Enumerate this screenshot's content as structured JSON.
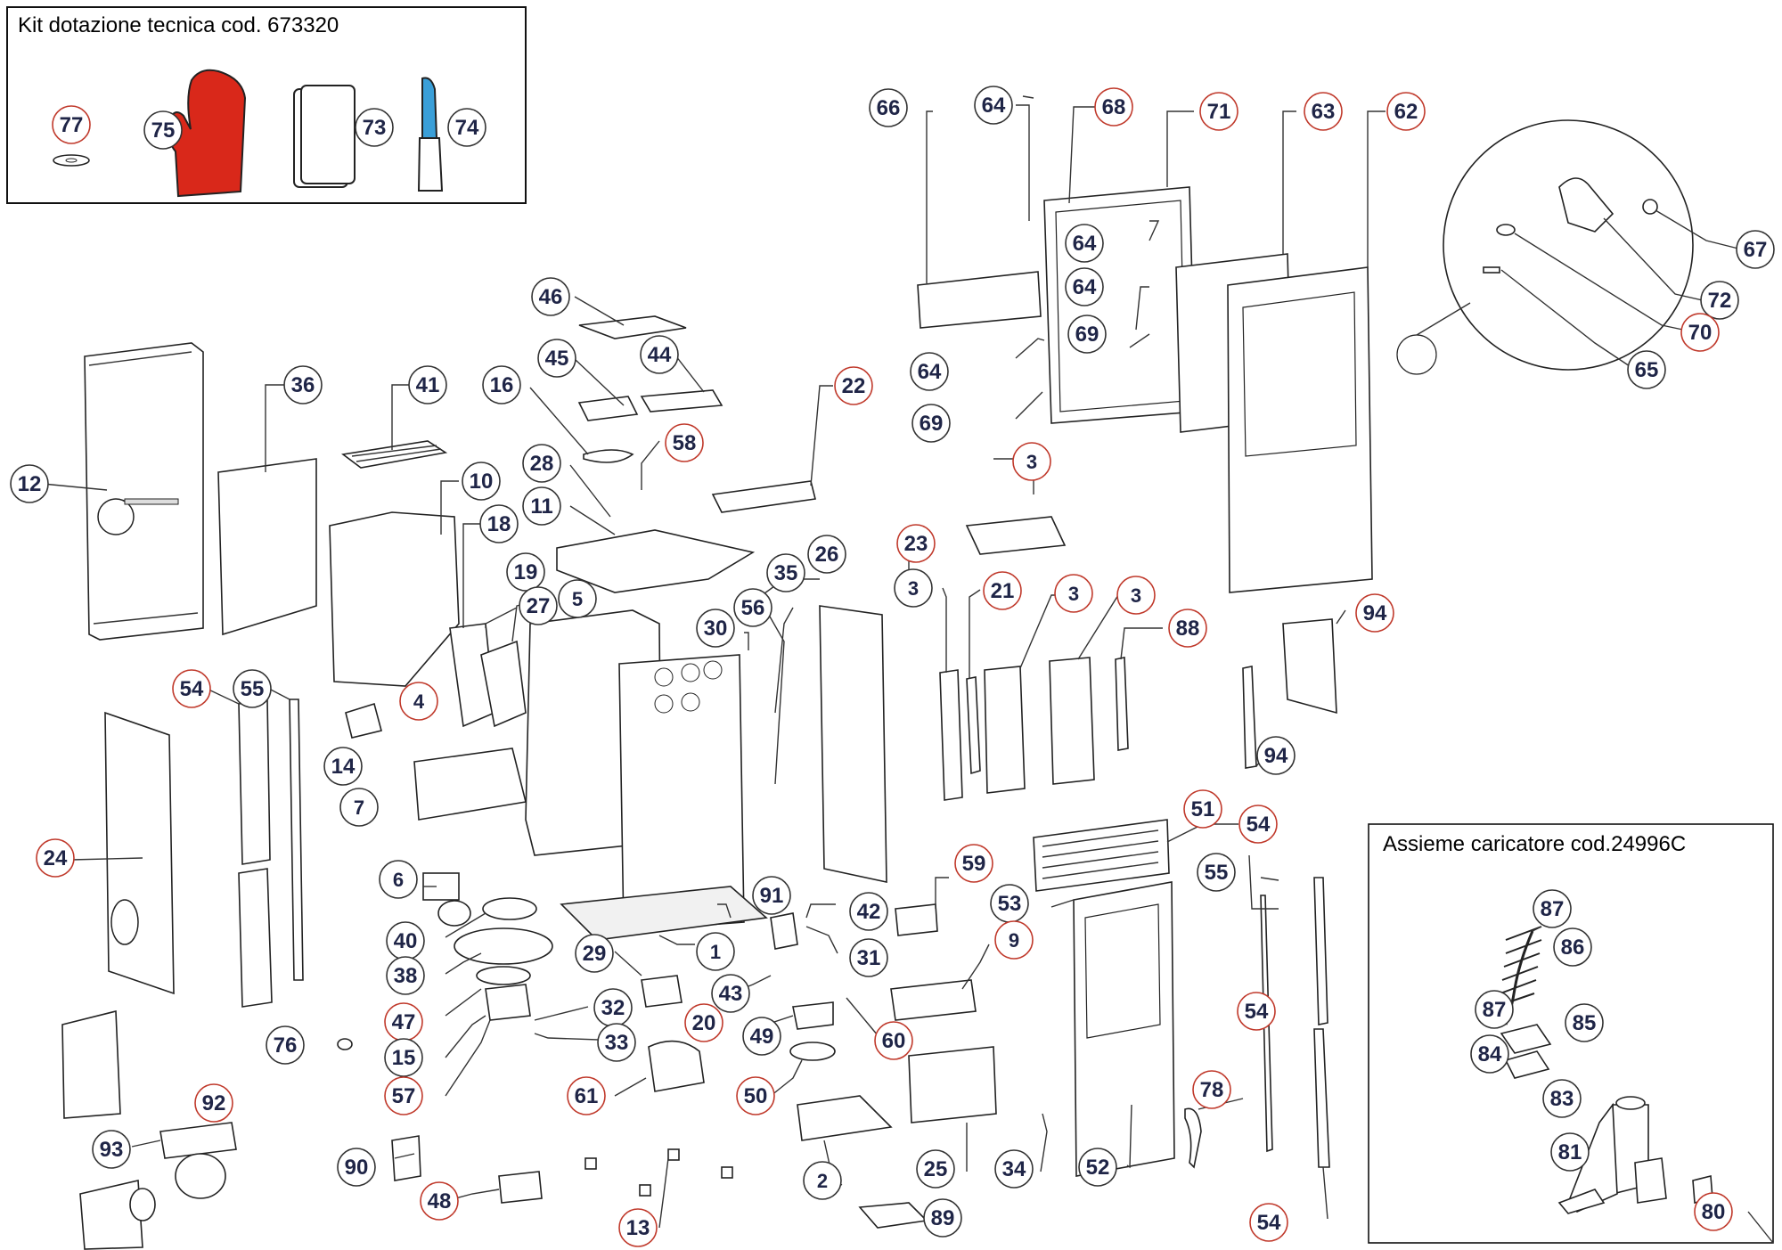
{
  "kit_box": {
    "title": "Kit dotazione tecnica cod. 673320"
  },
  "loader_box": {
    "title": "Assieme caricatore  cod.24996C"
  },
  "colors": {
    "glove": "#d9281a",
    "handle": "#3a9fd8",
    "label_text": "#1f2547",
    "circle_red": "#c0392b",
    "circle_dark": "#333333"
  },
  "callouts": [
    {
      "id": "77",
      "label": "77"
    },
    {
      "id": "75",
      "label": "75"
    },
    {
      "id": "73",
      "label": "73"
    },
    {
      "id": "74",
      "label": "74"
    },
    {
      "id": "66",
      "label": "66"
    },
    {
      "id": "64a",
      "label": "64"
    },
    {
      "id": "68",
      "label": "68"
    },
    {
      "id": "71",
      "label": "71"
    },
    {
      "id": "63",
      "label": "63"
    },
    {
      "id": "62",
      "label": "62"
    },
    {
      "id": "67",
      "label": "67"
    },
    {
      "id": "72",
      "label": "72"
    },
    {
      "id": "70",
      "label": "70"
    },
    {
      "id": "65",
      "label": "65"
    },
    {
      "id": "64b",
      "label": "64"
    },
    {
      "id": "64c",
      "label": "64"
    },
    {
      "id": "69a",
      "label": "69"
    },
    {
      "id": "64d",
      "label": "64"
    },
    {
      "id": "69b",
      "label": "69"
    },
    {
      "id": "46",
      "label": "46"
    },
    {
      "id": "45",
      "label": "45"
    },
    {
      "id": "44",
      "label": "44"
    },
    {
      "id": "36",
      "label": "36"
    },
    {
      "id": "41",
      "label": "41"
    },
    {
      "id": "16",
      "label": "16"
    },
    {
      "id": "22",
      "label": "22"
    },
    {
      "id": "58",
      "label": "58"
    },
    {
      "id": "28",
      "label": "28"
    },
    {
      "id": "12",
      "label": "12"
    },
    {
      "id": "10",
      "label": "10"
    },
    {
      "id": "11",
      "label": "11"
    },
    {
      "id": "3a",
      "label": "3"
    },
    {
      "id": "18",
      "label": "18"
    },
    {
      "id": "26",
      "label": "26"
    },
    {
      "id": "23",
      "label": "23"
    },
    {
      "id": "35",
      "label": "35"
    },
    {
      "id": "19",
      "label": "19"
    },
    {
      "id": "27",
      "label": "27"
    },
    {
      "id": "5",
      "label": "5"
    },
    {
      "id": "3b",
      "label": "3"
    },
    {
      "id": "21",
      "label": "21"
    },
    {
      "id": "3c",
      "label": "3"
    },
    {
      "id": "3d",
      "label": "3"
    },
    {
      "id": "56",
      "label": "56"
    },
    {
      "id": "30",
      "label": "30"
    },
    {
      "id": "88",
      "label": "88"
    },
    {
      "id": "94a",
      "label": "94"
    },
    {
      "id": "54a",
      "label": "54"
    },
    {
      "id": "55a",
      "label": "55"
    },
    {
      "id": "4",
      "label": "4"
    },
    {
      "id": "14",
      "label": "14"
    },
    {
      "id": "94b",
      "label": "94"
    },
    {
      "id": "7",
      "label": "7"
    },
    {
      "id": "51",
      "label": "51"
    },
    {
      "id": "54b",
      "label": "54"
    },
    {
      "id": "24",
      "label": "24"
    },
    {
      "id": "59",
      "label": "59"
    },
    {
      "id": "55b",
      "label": "55"
    },
    {
      "id": "6",
      "label": "6"
    },
    {
      "id": "91",
      "label": "91"
    },
    {
      "id": "42",
      "label": "42"
    },
    {
      "id": "53",
      "label": "53"
    },
    {
      "id": "40",
      "label": "40"
    },
    {
      "id": "1",
      "label": "1"
    },
    {
      "id": "9",
      "label": "9"
    },
    {
      "id": "31",
      "label": "31"
    },
    {
      "id": "38",
      "label": "38"
    },
    {
      "id": "29",
      "label": "29"
    },
    {
      "id": "43",
      "label": "43"
    },
    {
      "id": "87a",
      "label": "87"
    },
    {
      "id": "86",
      "label": "86"
    },
    {
      "id": "54c",
      "label": "54"
    },
    {
      "id": "47",
      "label": "47"
    },
    {
      "id": "32",
      "label": "32"
    },
    {
      "id": "20",
      "label": "20"
    },
    {
      "id": "87b",
      "label": "87"
    },
    {
      "id": "85",
      "label": "85"
    },
    {
      "id": "76",
      "label": "76"
    },
    {
      "id": "33",
      "label": "33"
    },
    {
      "id": "49",
      "label": "49"
    },
    {
      "id": "60",
      "label": "60"
    },
    {
      "id": "84",
      "label": "84"
    },
    {
      "id": "15",
      "label": "15"
    },
    {
      "id": "92",
      "label": "92"
    },
    {
      "id": "57",
      "label": "57"
    },
    {
      "id": "61",
      "label": "61"
    },
    {
      "id": "50",
      "label": "50"
    },
    {
      "id": "78",
      "label": "78"
    },
    {
      "id": "83",
      "label": "83"
    },
    {
      "id": "93",
      "label": "93"
    },
    {
      "id": "90",
      "label": "90"
    },
    {
      "id": "81",
      "label": "81"
    },
    {
      "id": "25",
      "label": "25"
    },
    {
      "id": "34",
      "label": "34"
    },
    {
      "id": "52",
      "label": "52"
    },
    {
      "id": "2",
      "label": "2"
    },
    {
      "id": "48",
      "label": "48"
    },
    {
      "id": "89",
      "label": "89"
    },
    {
      "id": "13",
      "label": "13"
    },
    {
      "id": "54d",
      "label": "54"
    },
    {
      "id": "80",
      "label": "80"
    }
  ]
}
